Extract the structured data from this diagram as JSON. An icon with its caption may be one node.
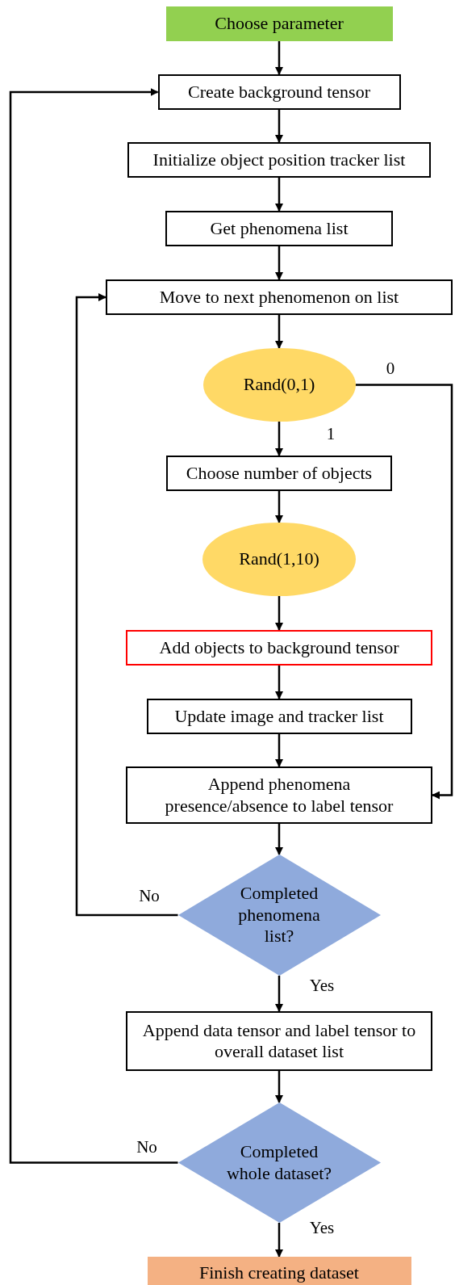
{
  "diagram": {
    "nodes": [
      {
        "text": [
          "Choose parameter"
        ]
      },
      {
        "text": [
          "Create background tensor"
        ]
      },
      {
        "text": [
          "Initialize object position tracker list"
        ]
      },
      {
        "text": [
          "Get phenomena list"
        ]
      },
      {
        "text": [
          "Move to next phenomenon on list"
        ]
      },
      {
        "text": [
          "Rand(0,1)"
        ]
      },
      {
        "text": [
          "Choose number of objects"
        ]
      },
      {
        "text": [
          "Rand(1,10)"
        ]
      },
      {
        "text": [
          "Add objects to background tensor"
        ]
      },
      {
        "text": [
          "Update image and tracker list"
        ]
      },
      {
        "text": [
          "Append phenomena presence/absence to label tensor"
        ]
      },
      {
        "text": [
          "Completed phenomena list?"
        ]
      },
      {
        "text": [
          "Append data tensor and label tensor to overall dataset list"
        ]
      },
      {
        "text": [
          "Completed whole dataset?"
        ]
      },
      {
        "text": [
          "Finish creating dataset"
        ]
      }
    ],
    "edges": [
      {
        "from": 0,
        "to": 1,
        "arrow": "to"
      },
      {
        "from": 1,
        "to": 2,
        "arrow": "to"
      },
      {
        "from": 2,
        "to": 3,
        "arrow": "to"
      },
      {
        "from": 3,
        "to": 4,
        "arrow": "to"
      },
      {
        "from": 4,
        "to": 5,
        "arrow": "to"
      },
      {
        "from": 5,
        "to": 6,
        "arrow": "to",
        "label": "1"
      },
      {
        "from": 6,
        "to": 7,
        "arrow": "to"
      },
      {
        "from": 7,
        "to": 8,
        "arrow": "to"
      },
      {
        "from": 8,
        "to": 9,
        "arrow": "to"
      },
      {
        "from": 9,
        "to": 10,
        "arrow": "to"
      },
      {
        "from": 10,
        "to": 11,
        "arrow": "to"
      },
      {
        "from": 11,
        "to": 12,
        "arrow": "to",
        "label": "Yes"
      },
      {
        "from": 12,
        "to": 13,
        "arrow": "to"
      },
      {
        "from": 13,
        "to": 14,
        "arrow": "to",
        "label": "Yes"
      },
      {
        "from": 11,
        "to": 4,
        "arrow": "to",
        "label": "No"
      },
      {
        "from": 13,
        "to": 1,
        "arrow": "to",
        "label": "No"
      },
      {
        "from": 5,
        "to": 10,
        "arrow": "to",
        "label": "0"
      }
    ]
  }
}
